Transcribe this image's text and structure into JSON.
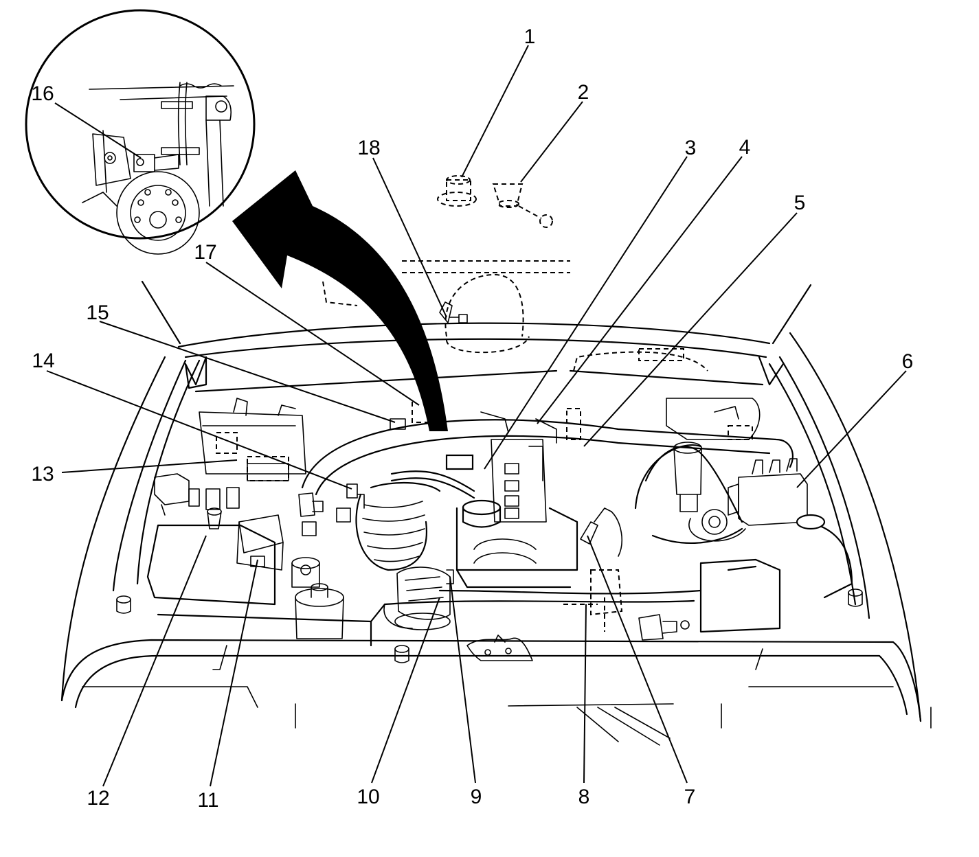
{
  "diagram": {
    "callouts": [
      {
        "id": "1",
        "label": "1"
      },
      {
        "id": "2",
        "label": "2"
      },
      {
        "id": "3",
        "label": "3"
      },
      {
        "id": "4",
        "label": "4"
      },
      {
        "id": "5",
        "label": "5"
      },
      {
        "id": "6",
        "label": "6"
      },
      {
        "id": "7",
        "label": "7"
      },
      {
        "id": "8",
        "label": "8"
      },
      {
        "id": "9",
        "label": "9"
      },
      {
        "id": "10",
        "label": "10"
      },
      {
        "id": "11",
        "label": "11"
      },
      {
        "id": "12",
        "label": "12"
      },
      {
        "id": "13",
        "label": "13"
      },
      {
        "id": "14",
        "label": "14"
      },
      {
        "id": "15",
        "label": "15"
      },
      {
        "id": "16",
        "label": "16"
      },
      {
        "id": "17",
        "label": "17"
      },
      {
        "id": "18",
        "label": "18"
      }
    ],
    "stroke_color": "#000000",
    "background_color": "#ffffff"
  }
}
